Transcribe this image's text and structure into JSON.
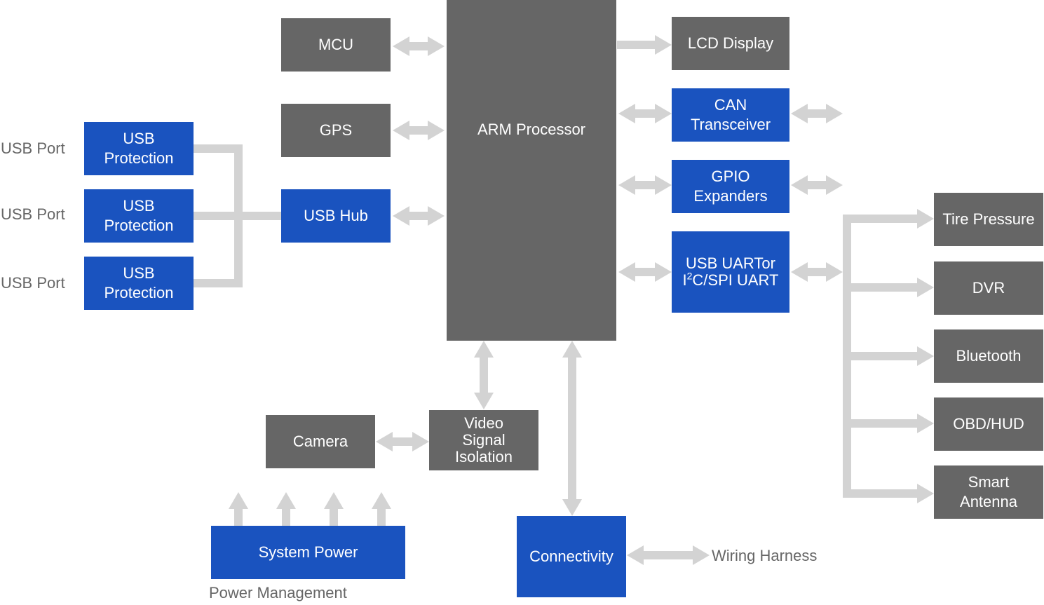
{
  "blocks": {
    "mcu": "MCU",
    "gps": "GPS",
    "arm": "ARM Processor",
    "usb_hub": "USB Hub",
    "usb_protection_1": [
      "USB",
      "Protection"
    ],
    "usb_protection_2": [
      "USB",
      "Protection"
    ],
    "usb_protection_3": [
      "USB",
      "Protection"
    ],
    "lcd": "LCD Display",
    "can": [
      "CAN",
      "Transceiver"
    ],
    "gpio": [
      "GPIO",
      "Expanders"
    ],
    "usb_uart": [
      "USB UARTor",
      "I",
      "2",
      "C/SPI UART"
    ],
    "tire": "Tire Pressure",
    "dvr": "DVR",
    "bluetooth": "Bluetooth",
    "obd": "OBD/HUD",
    "smart_antenna": [
      "Smart",
      "Antenna"
    ],
    "camera": "Camera",
    "video": [
      "Video",
      "Signal",
      "Isolation"
    ],
    "system_power": "System Power",
    "connectivity": "Connectivity"
  },
  "labels": {
    "usb_port_1": "USB Port",
    "usb_port_2": "USB Port",
    "usb_port_3": "USB Port",
    "power_management": "Power Management",
    "wiring_harness": "Wiring Harness"
  },
  "colors": {
    "gray_block": "#666666",
    "blue_block": "#1a53bf",
    "connector": "#d3d3d3",
    "label_text": "#666666"
  }
}
